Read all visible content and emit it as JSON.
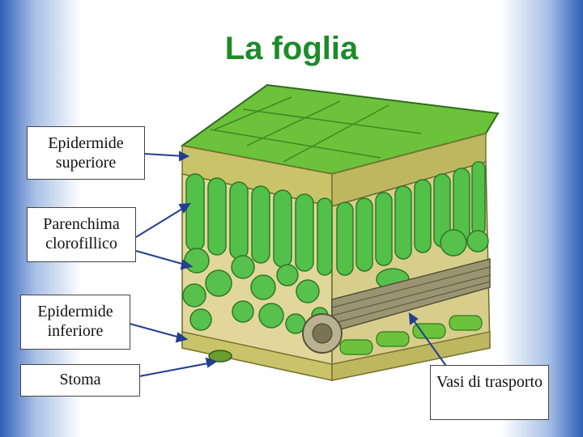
{
  "title": "La foglia",
  "labels": {
    "epidermide_superiore": "Epidermide superiore",
    "parenchima": "Parenchima clorofillico",
    "epidermide_inferiore": "Epidermide inferiore",
    "stoma": "Stoma",
    "vasi": "Vasi di trasporto"
  },
  "colors": {
    "title": "#1e8a2a",
    "leaf_top": "#6cc23a",
    "palisade": "#52c049",
    "epidermis_band": "#c9c46a",
    "vessel_band": "#8a8a6a",
    "arrow": "#233f8f"
  }
}
